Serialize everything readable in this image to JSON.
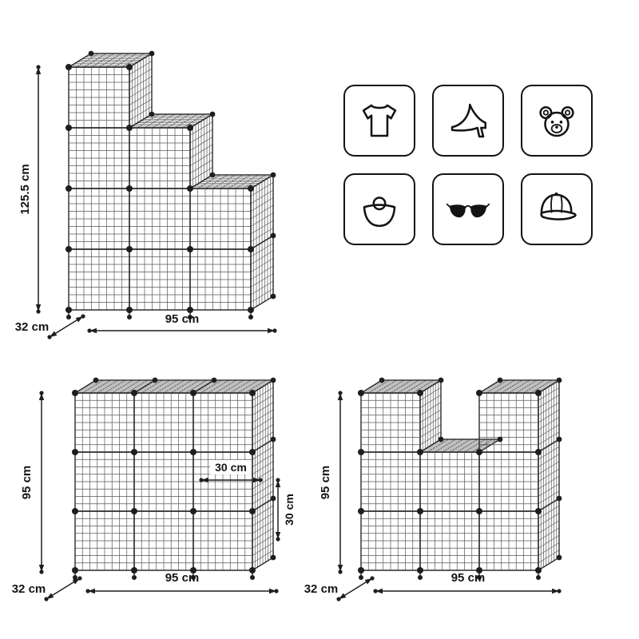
{
  "figure": {
    "wire_color": "#575757",
    "connector_color": "#1e1e1e",
    "units": [
      {
        "id": "staircase-unit",
        "height_label": "125.5 cm",
        "depth_label": "32 cm",
        "width_label": "95 cm"
      },
      {
        "id": "grid-3x3-unit",
        "height_label": "95 cm",
        "depth_label": "32 cm",
        "width_label": "95 cm",
        "cube_width_label": "30 cm",
        "cube_height_label": "30 cm"
      },
      {
        "id": "u-shape-unit",
        "height_label": "95 cm",
        "depth_label": "32 cm",
        "width_label": "95 cm"
      }
    ]
  },
  "storage_icons": {
    "items": [
      {
        "name": "tshirt-icon",
        "label": "t-shirt"
      },
      {
        "name": "high-heel-icon",
        "label": "high heel shoe"
      },
      {
        "name": "teddy-bear-icon",
        "label": "teddy bear"
      },
      {
        "name": "handbag-icon",
        "label": "handbag"
      },
      {
        "name": "sunglasses-icon",
        "label": "sunglasses"
      },
      {
        "name": "cap-icon",
        "label": "baseball cap"
      }
    ]
  }
}
